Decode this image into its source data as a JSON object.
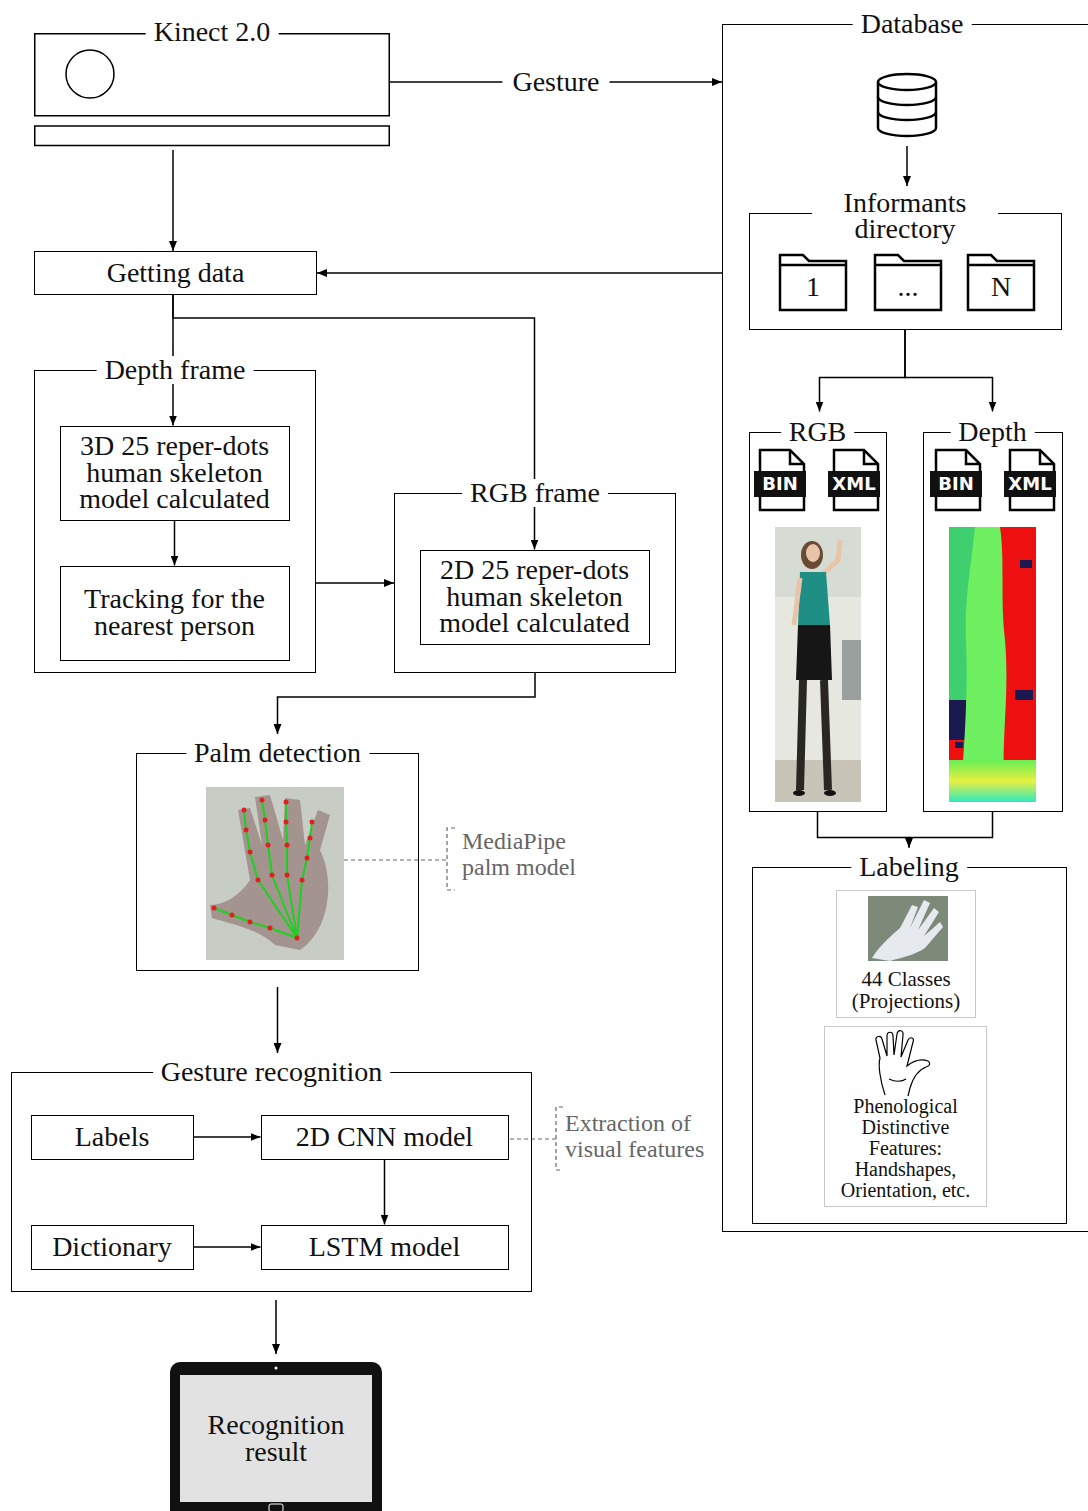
{
  "diagram": {
    "nodes": [
      {
        "text": [
          "Kinect 2.0"
        ]
      },
      {
        "text": [
          "Database"
        ]
      },
      {
        "text": [
          "Informants directory"
        ],
        "in": 1
      },
      {
        "text": [
          "1"
        ],
        "in": 2
      },
      {
        "text": [
          "..."
        ],
        "in": 2
      },
      {
        "text": [
          "N"
        ],
        "in": 2
      },
      {
        "text": [
          "RGB"
        ],
        "in": 1
      },
      {
        "text": [
          "BIN"
        ],
        "in": 6
      },
      {
        "text": [
          "XML"
        ],
        "in": 6
      },
      {
        "text": [
          "Depth"
        ],
        "in": 1
      },
      {
        "text": [
          "BIN"
        ],
        "in": 9
      },
      {
        "text": [
          "XML"
        ],
        "in": 9
      },
      {
        "text": [
          "Labeling"
        ],
        "in": 1
      },
      {
        "text": [
          "44 Classes (Projections)"
        ],
        "in": 12
      },
      {
        "text": [
          "Phenological Distinctive Features: Handshapes, Orientation, etc."
        ],
        "in": 12
      },
      {
        "text": [
          "Getting data"
        ]
      },
      {
        "text": [
          "Depth frame"
        ]
      },
      {
        "text": [
          "3D 25 reper-dots human skeleton model calculated"
        ],
        "in": 16
      },
      {
        "text": [
          "Tracking for the nearest person"
        ],
        "in": 16
      },
      {
        "text": [
          "RGB frame"
        ]
      },
      {
        "text": [
          "2D 25 reper-dots human skeleton model calculated"
        ],
        "in": 19
      },
      {
        "text": [
          "Palm detection"
        ]
      },
      {
        "text": [
          "Gesture recognition"
        ]
      },
      {
        "text": [
          "Labels"
        ],
        "in": 22
      },
      {
        "text": [
          "2D CNN model"
        ],
        "in": 22
      },
      {
        "text": [
          "Dictionary"
        ],
        "in": 22
      },
      {
        "text": [
          "LSTM model"
        ],
        "in": 22
      },
      {
        "text": [
          "Recognition result"
        ]
      }
    ],
    "edges": [
      {
        "from": 0,
        "to": 1,
        "label": "Gesture",
        "arrow": "to"
      },
      {
        "from": 0,
        "to": 15,
        "arrow": "to"
      },
      {
        "from": 1,
        "to": 15,
        "arrow": "to"
      },
      {
        "from": 2,
        "to": 6,
        "arrow": "to"
      },
      {
        "from": 2,
        "to": 9,
        "arrow": "to"
      },
      {
        "from": 6,
        "to": 12,
        "arrow": "to"
      },
      {
        "from": 9,
        "to": 12,
        "arrow": "to"
      },
      {
        "from": 15,
        "to": 17,
        "arrow": "to"
      },
      {
        "from": 15,
        "to": 20,
        "arrow": "to"
      },
      {
        "from": 17,
        "to": 18,
        "arrow": "to"
      },
      {
        "from": 16,
        "to": 19,
        "arrow": "to"
      },
      {
        "from": 19,
        "to": 21,
        "arrow": "to"
      },
      {
        "from": 21,
        "to": 22,
        "arrow": "to"
      },
      {
        "from": 23,
        "to": 24,
        "arrow": "to"
      },
      {
        "from": 25,
        "to": 26,
        "arrow": "to"
      },
      {
        "from": 24,
        "to": 26,
        "arrow": "to"
      },
      {
        "from": 22,
        "to": 27,
        "arrow": "to"
      }
    ],
    "labels": [
      "MediaPipe palm model",
      "Extraction of visual features"
    ]
  }
}
